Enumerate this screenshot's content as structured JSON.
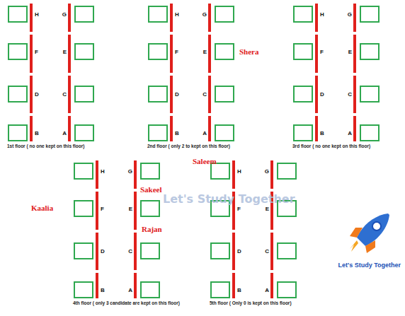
{
  "diagram": {
    "labels": [
      "H",
      "G",
      "F",
      "E",
      "D",
      "C",
      "B",
      "A",
      "1st floor ( no one kept on this floor)",
      "H",
      "G",
      "F",
      "E",
      "D",
      "C",
      "B",
      "A",
      "2nd floor ( only 2 to kept on this floor)",
      "H",
      "G",
      "F",
      "E",
      "D",
      "C",
      "B",
      "A",
      "3rd floor ( no one kept on this floor)",
      "H",
      "G",
      "F",
      "E",
      "D",
      "C",
      "B",
      "A",
      "4th floor ( only 3 candidate are kept on this floor)",
      "H",
      "G",
      "F",
      "E",
      "D",
      "C",
      "B",
      "A",
      "5th floor ( Only 0 is kept on this floor)",
      "Shera",
      "Saleem",
      "Kaalia",
      "Sakeel",
      "Rajan",
      "Let's Study Together",
      "Let's Study Together"
    ]
  }
}
